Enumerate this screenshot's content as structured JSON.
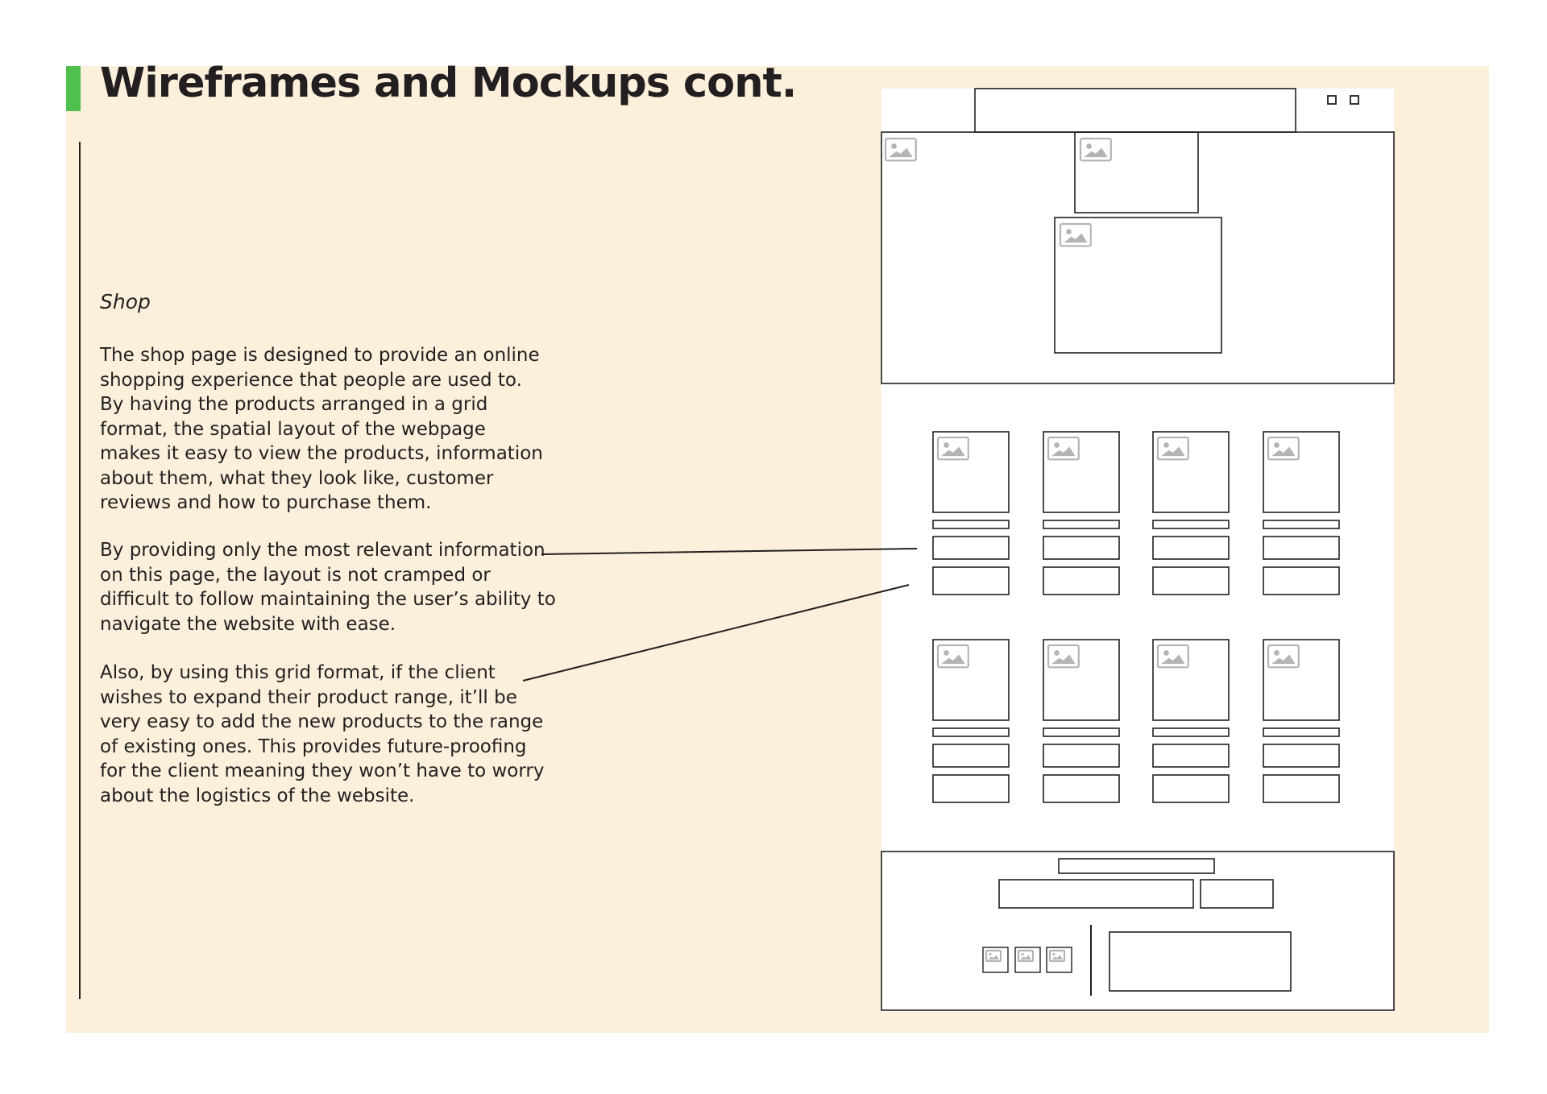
{
  "page": {
    "title": "Wireframes and Mockups cont.",
    "subtitle": "Shop",
    "paragraphs": [
      "The shop page is designed to provide an online shopping experience that people are used to. By having the products arranged in a grid format, the spatial layout of the webpage makes it easy to view the products, information about them, what they look like, customer reviews and how to purchase them.",
      "By providing only the most relevant information on this page, the layout is not cramped or difficult to follow maintaining the user’s ability to navigate the website with ease.",
      "Also, by using this grid format, if the client wishes to expand their product range, it’ll be very easy to add the new products to the range of existing ones. This provides future-proofing for the client meaning they won’t have to worry about the logistics of the website."
    ]
  },
  "colors": {
    "panel_background": "#fcf0dc",
    "accent": "#4fbf4d",
    "text": "#231f20",
    "wireframe_line": "#231f20",
    "placeholder_icon": "#b4b4b4"
  },
  "wireframe": {
    "product_grid_rows": 2,
    "product_grid_columns": 4,
    "icons": [
      "image-placeholder-icon"
    ]
  }
}
